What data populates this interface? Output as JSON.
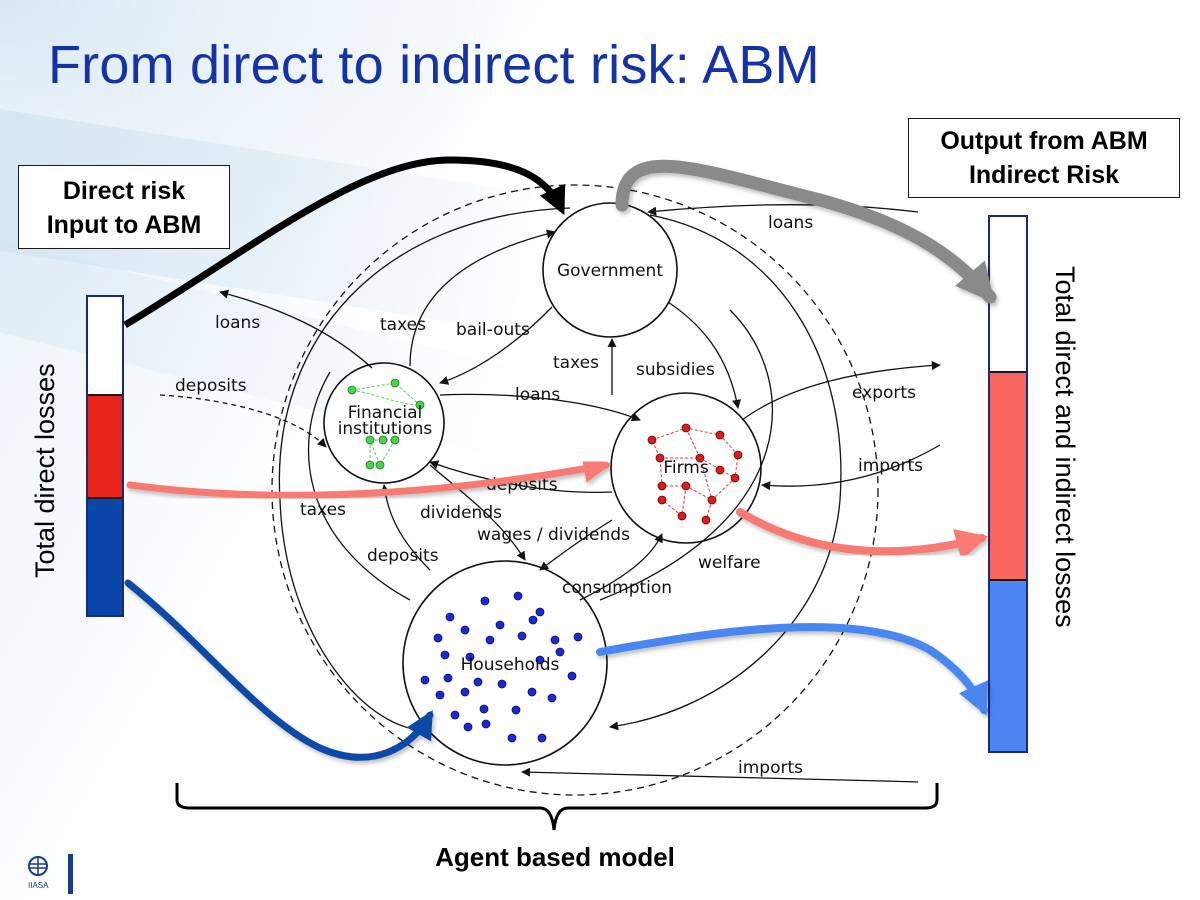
{
  "title": "From direct to indirect risk: ABM",
  "input_box": {
    "line1": "Direct risk",
    "line2": "Input to ABM"
  },
  "output_box": {
    "line1": "Output from ABM",
    "line2": "Indirect Risk"
  },
  "left_bar_label": "Total direct losses",
  "right_bar_label": "Total direct and indirect  losses",
  "footer_label": "Agent based model",
  "logo_text": "IIASA",
  "colors": {
    "title": "#1533a6",
    "red": "#e8241a",
    "blue": "#0b47a8",
    "light_red": "#f7675f",
    "light_blue": "#4a85f2",
    "salmon_arrow": "#f77a73",
    "blue_arrow": "#4a86f0",
    "dark_blue_arrow": "#0f4aa6",
    "grey_arrow": "#8a8a8a"
  },
  "left_bar": [
    {
      "name": "white",
      "share": 0.31,
      "color": "#ffffff"
    },
    {
      "name": "red",
      "share": 0.32,
      "color": "#e8241a"
    },
    {
      "name": "blue",
      "share": 0.37,
      "color": "#0b47a8"
    }
  ],
  "right_bar": [
    {
      "name": "white",
      "share": 0.29,
      "color": "#ffffff"
    },
    {
      "name": "red",
      "share": 0.39,
      "color": "#f7675f"
    },
    {
      "name": "blue",
      "share": 0.32,
      "color": "#4a85f2"
    }
  ],
  "nodes": {
    "government": "Government",
    "financial_line1": "Financial",
    "financial_line2": "institutions",
    "firms": "Firms",
    "households": "Households"
  },
  "flow_labels": {
    "loans_top": "loans",
    "loans_left": "loans",
    "taxes_top": "taxes",
    "bail_outs": "bail-outs",
    "deposits_left": "deposits",
    "taxes_mid": "taxes",
    "subsidies": "subsidies",
    "loans_mid": "loans",
    "exports": "exports",
    "imports_right": "imports",
    "deposits_mid": "deposits",
    "taxes_low": "taxes",
    "dividends": "dividends",
    "wages_dividends": "wages / dividends",
    "deposits_low": "deposits",
    "consumption": "consumption",
    "welfare": "welfare",
    "imports_bottom": "imports"
  }
}
